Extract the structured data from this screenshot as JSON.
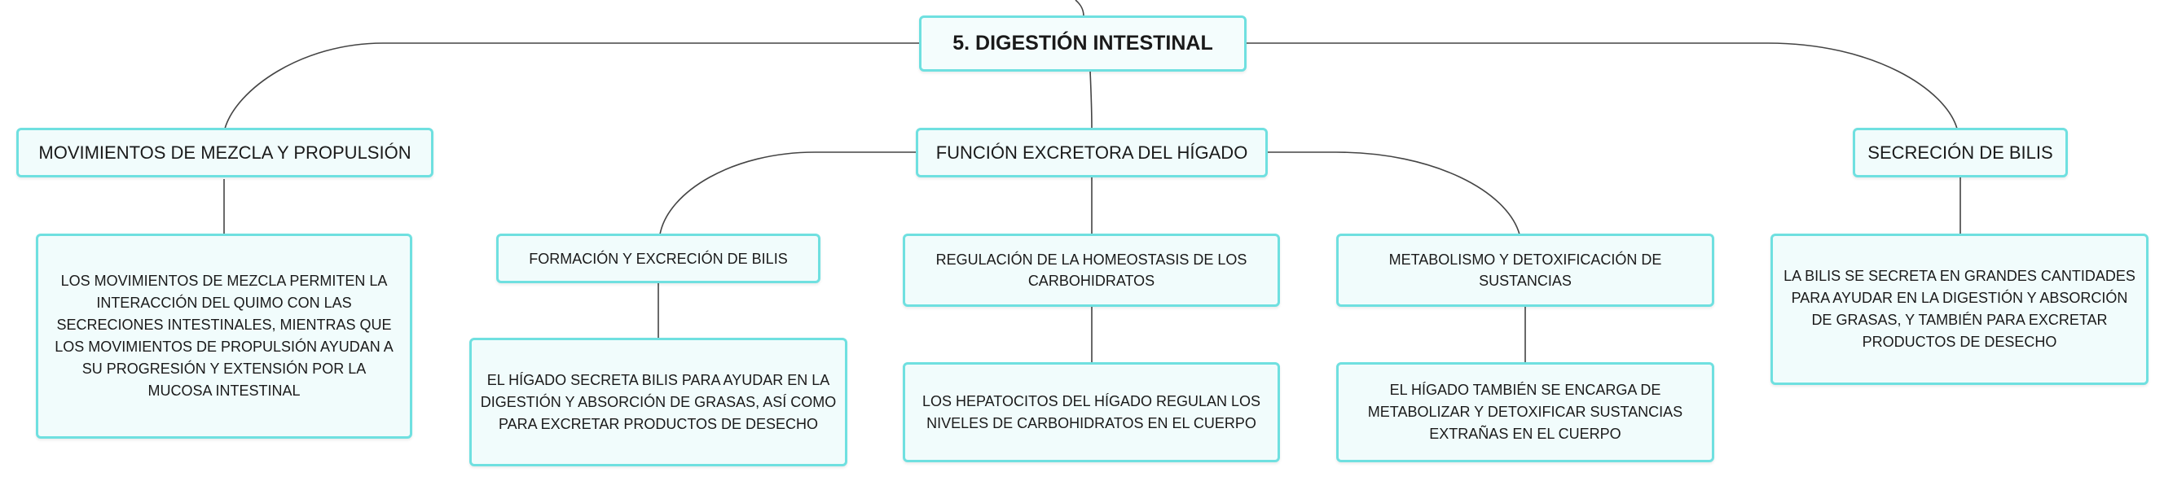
{
  "colors": {
    "node_fill": "#f1fcfc",
    "node_border": "#6fe0e0",
    "connector": "#444444"
  },
  "root": {
    "label": "5. DIGESTIÓN INTESTINAL"
  },
  "branches": {
    "mezcla": {
      "label": "MOVIMIENTOS DE MEZCLA Y PROPULSIÓN",
      "detail": "LOS MOVIMIENTOS DE MEZCLA PERMITEN LA INTERACCIÓN DEL QUIMO CON LAS SECRECIONES INTESTINALES, MIENTRAS QUE LOS MOVIMIENTOS DE PROPULSIÓN AYUDAN A SU PROGRESIÓN Y EXTENSIÓN POR LA MUCOSA INTESTINAL"
    },
    "higado": {
      "label": "FUNCIÓN EXCRETORA DEL HÍGADO",
      "children": {
        "formacion": {
          "label": "FORMACIÓN Y EXCRECIÓN DE BILIS",
          "detail": "EL HÍGADO SECRETA BILIS PARA AYUDAR EN LA DIGESTIÓN Y ABSORCIÓN DE GRASAS, ASÍ COMO PARA EXCRETAR PRODUCTOS DE DESECHO"
        },
        "regulacion": {
          "label": "REGULACIÓN DE LA HOMEOSTASIS DE LOS CARBOHIDRATOS",
          "detail": "LOS HEPATOCITOS DEL HÍGADO REGULAN LOS NIVELES DE CARBOHIDRATOS EN EL CUERPO"
        },
        "metabolismo": {
          "label": "METABOLISMO Y DETOXIFICACIÓN DE SUSTANCIAS",
          "detail": "EL HÍGADO TAMBIÉN SE ENCARGA DE METABOLIZAR Y DETOXIFICAR SUSTANCIAS EXTRAÑAS EN EL CUERPO"
        }
      }
    },
    "bilis": {
      "label": "SECRECIÓN DE BILIS",
      "detail": "LA BILIS SE SECRETA EN GRANDES CANTIDADES PARA AYUDAR EN LA DIGESTIÓN Y ABSORCIÓN DE GRASAS, Y TAMBIÉN PARA EXCRETAR PRODUCTOS DE DESECHO"
    }
  }
}
